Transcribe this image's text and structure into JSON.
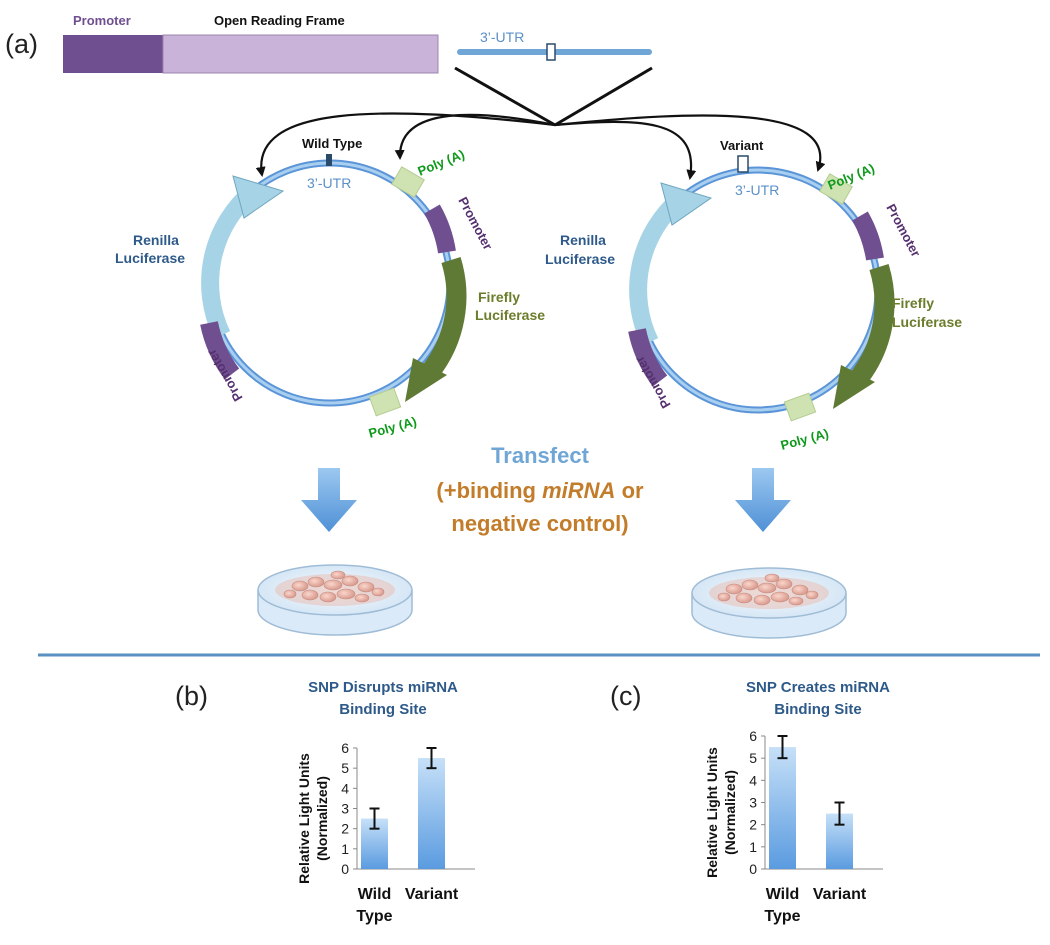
{
  "panel_a": {
    "letter": "(a)",
    "gene": {
      "promoter": "Promoter",
      "orf": "Open Reading Frame",
      "utr": "3’-UTR"
    },
    "wild_plasmid": {
      "title": "Wild Type",
      "utr": "3’-UTR",
      "renilla": [
        "Renilla",
        "Luciferase"
      ],
      "firefly": [
        "Firefly",
        "Luciferase"
      ],
      "promoter": "Promoter",
      "polya": "Poly (A)"
    },
    "variant_plasmid": {
      "title": "Variant",
      "utr": "3’-UTR",
      "renilla": [
        "Renilla",
        "Luciferase"
      ],
      "firefly": [
        "Firefly",
        "Luciferase"
      ],
      "promoter": "Promoter",
      "polya": "Poly (A)"
    },
    "transfect": "Transfect",
    "transfect_sub1_a": "(+binding ",
    "transfect_sub1_b": "miRNA",
    "transfect_sub1_c": " or",
    "transfect_sub2": "negative control)"
  },
  "colors": {
    "promoter": "#6f4f8f",
    "orf": "#c9b3d9",
    "utr": "#6fa6d6",
    "renilla": "#a6d4e6",
    "firefly": "#5f7a35",
    "polya": "#cfe3b2",
    "plasmid_ring": "#5b95d8",
    "bar": "#7fb6e8",
    "divider": "#5a8fc2"
  },
  "panel_b": {
    "letter": "(b)",
    "chart_data": {
      "type": "bar",
      "title": [
        "SNP Disrupts miRNA",
        "Binding Site"
      ],
      "ylabel": [
        "Relative Light Units",
        "(Normalized)"
      ],
      "categories": [
        [
          "Wild",
          "Type"
        ],
        [
          "Variant"
        ]
      ],
      "values": [
        2.5,
        5.5
      ],
      "errors": [
        0.5,
        0.5
      ],
      "ylim": [
        0,
        6
      ],
      "yticks": [
        0,
        1,
        2,
        3,
        4,
        5,
        6
      ]
    }
  },
  "panel_c": {
    "letter": "(c)",
    "chart_data": {
      "type": "bar",
      "title": [
        "SNP Creates miRNA",
        "Binding Site"
      ],
      "ylabel": [
        "Relative Light Units",
        "(Normalized)"
      ],
      "categories": [
        [
          "Wild",
          "Type"
        ],
        [
          "Variant"
        ]
      ],
      "values": [
        5.5,
        2.5
      ],
      "errors": [
        0.5,
        0.5
      ],
      "ylim": [
        0,
        6
      ],
      "yticks": [
        0,
        1,
        2,
        3,
        4,
        5,
        6
      ]
    }
  }
}
